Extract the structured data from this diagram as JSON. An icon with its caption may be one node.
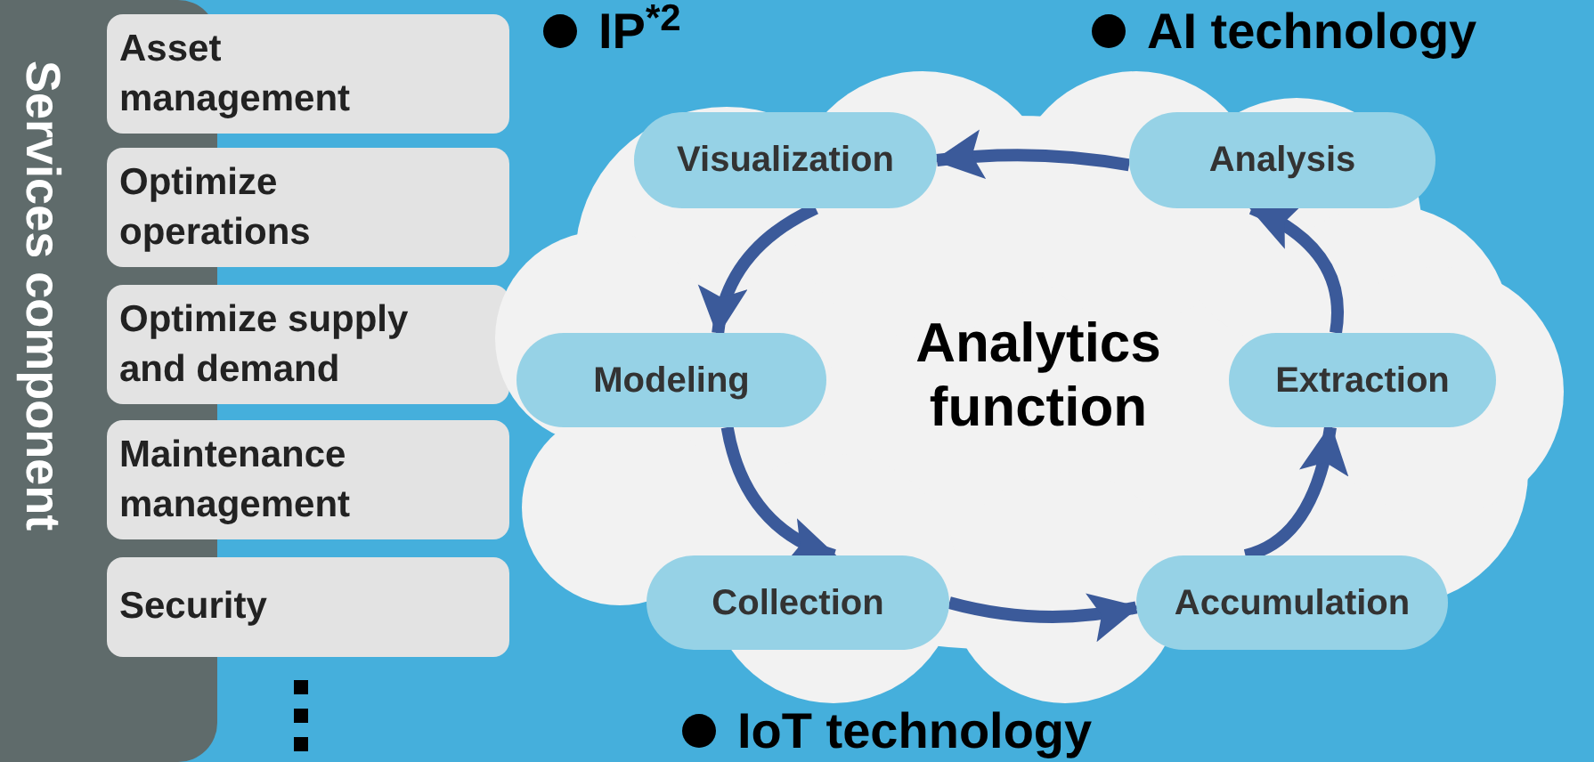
{
  "diagram": {
    "nodes": [
      {
        "text": [
          "Services component"
        ]
      },
      {
        "text": [
          "Asset management"
        ]
      },
      {
        "text": [
          "Optimize operations"
        ]
      },
      {
        "text": [
          "Optimize supply and demand"
        ]
      },
      {
        "text": [
          "Maintenance management"
        ]
      },
      {
        "text": [
          "Security"
        ]
      },
      {
        "text": [
          "Analytics function"
        ]
      },
      {
        "text": [
          "Visualization"
        ],
        "in": 6
      },
      {
        "text": [
          "Analysis"
        ],
        "in": 6
      },
      {
        "text": [
          "Modeling"
        ],
        "in": 6
      },
      {
        "text": [
          "Extraction"
        ],
        "in": 6
      },
      {
        "text": [
          "Collection"
        ],
        "in": 6
      },
      {
        "text": [
          "Accumulation"
        ],
        "in": 6
      }
    ],
    "edges": [
      {
        "from": 8,
        "to": 7,
        "arrow": "to"
      },
      {
        "from": 7,
        "to": 9,
        "arrow": "to"
      },
      {
        "from": 9,
        "to": 11,
        "arrow": "to"
      },
      {
        "from": 11,
        "to": 12,
        "arrow": "to"
      },
      {
        "from": 12,
        "to": 10,
        "arrow": "to"
      },
      {
        "from": 10,
        "to": 8,
        "arrow": "to"
      }
    ],
    "labels": [
      "IP$^{*2}$",
      "AI technology",
      "IoT technology"
    ]
  }
}
